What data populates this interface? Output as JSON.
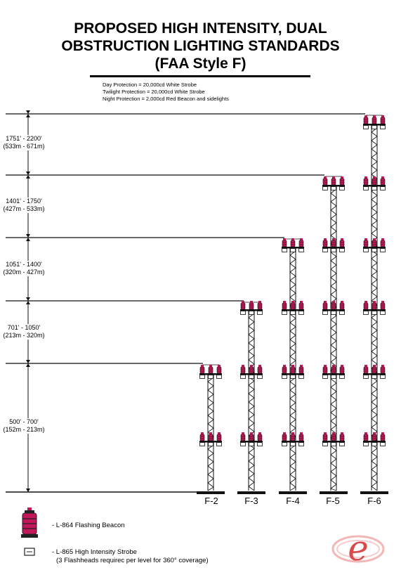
{
  "title": {
    "line1": "PROPOSED HIGH INTENSITY, DUAL",
    "line2": "OBSTRUCTION LIGHTING STANDARDS",
    "line3": "(FAA Style F)"
  },
  "notes": [
    "Day Protection = 20,000cd White Strobe",
    "Twilight Protection = 20,000cd White Strobe",
    "Night Protection = 2,000cd Red Beacon and sidelights"
  ],
  "height_ranges": [
    {
      "ft": "1751' - 2200'",
      "m": "(533m - 671m)"
    },
    {
      "ft": "1401' - 1750'",
      "m": "(427m - 533m)"
    },
    {
      "ft": "1051' - 1400'",
      "m": "(320m - 427m)"
    },
    {
      "ft": "701' - 1050'",
      "m": "(213m - 320m)"
    },
    {
      "ft": "500' - 700'",
      "m": "(152m - 213m)"
    }
  ],
  "towers": [
    {
      "label": "F-2",
      "levels": 2
    },
    {
      "label": "F-3",
      "levels": 3
    },
    {
      "label": "F-4",
      "levels": 4
    },
    {
      "label": "F-5",
      "levels": 5
    },
    {
      "label": "F-6",
      "levels": 6
    }
  ],
  "legend": {
    "beacon": "- L-864 Flashing Beacon",
    "strobe": "- L-865 High Intensity Strobe",
    "strobe_note": "(3 Flashheads requirec per level for 360° coverage)"
  },
  "colors": {
    "beacon_red": "#c2185b",
    "structure": "#111111",
    "logo_red": "#d94a4a"
  }
}
